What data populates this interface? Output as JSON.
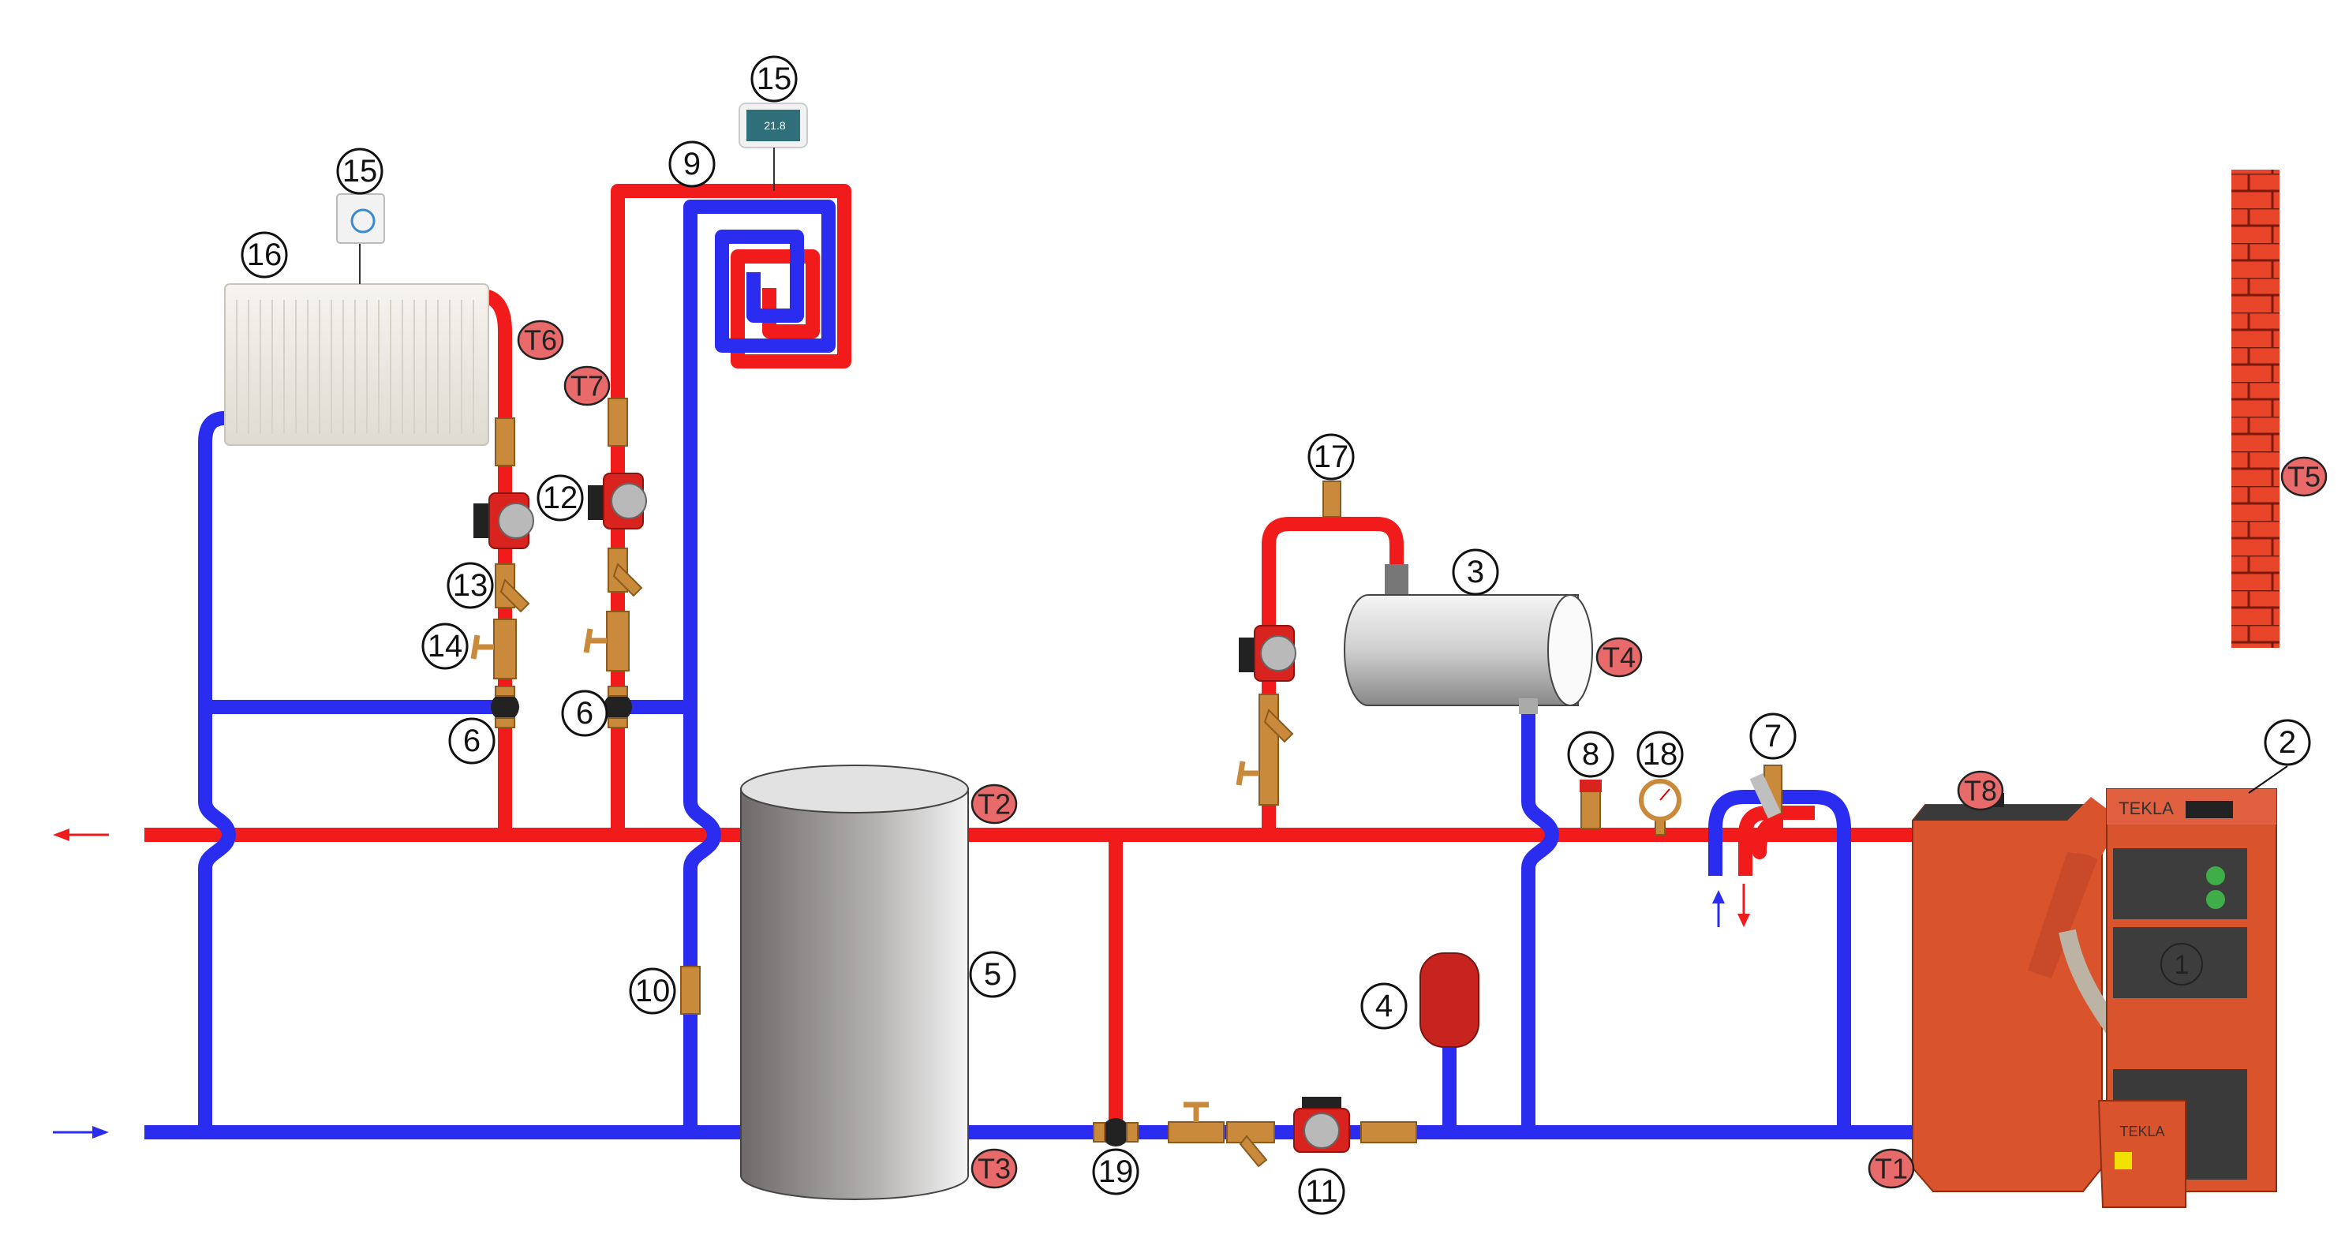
{
  "colors": {
    "supply_pipe": "#f21b1b",
    "return_pipe": "#2a2df0",
    "sensor_badge": "#e86a6a",
    "boiler": "#d9532c",
    "chimney": "#e8442a"
  },
  "labels": [
    "15",
    "15",
    "16",
    "9",
    "12",
    "13",
    "14",
    "6",
    "6",
    "17",
    "3",
    "8",
    "18",
    "7",
    "2",
    "5",
    "10",
    "4",
    "19",
    "11"
  ],
  "sensors": [
    "T6",
    "T7",
    "T5",
    "T4",
    "T2",
    "T8",
    "T3",
    "T1"
  ],
  "thermostat_display": {
    "temperature": "21.8"
  },
  "boiler": {
    "brand": "TEKLA",
    "door_label": "1",
    "feeder_brand": "TEKLA"
  },
  "icons": {
    "supply_arrow": "arrow-left-icon",
    "return_arrow": "arrow-right-icon",
    "dhw_cold_in": "arrow-up-icon",
    "dhw_hot_out": "arrow-down-icon"
  }
}
